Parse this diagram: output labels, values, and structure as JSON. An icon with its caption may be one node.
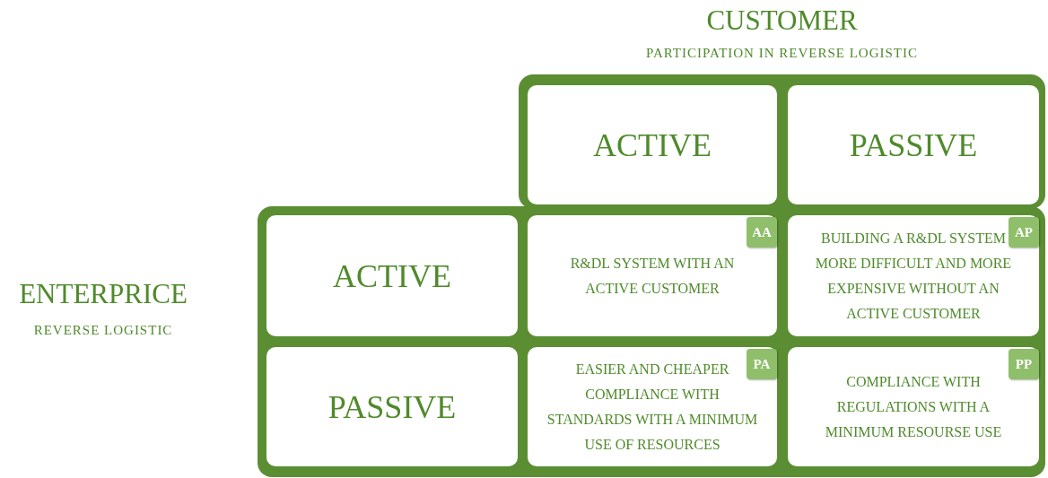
{
  "diagram": {
    "nodes": [
      {
        "text": [],
        "shape": "box"
      },
      {
        "text": [
          "ACTIVE"
        ],
        "in": 0
      },
      {
        "text": [
          "PASSIVE"
        ],
        "in": 0
      },
      {
        "text": [],
        "shape": "box"
      },
      {
        "text": [
          "ACTIVE"
        ],
        "in": 3
      },
      {
        "text": [
          "R&DL SYSTEM WITH AN ACTIVE CUSTOMER"
        ],
        "in": 3
      },
      {
        "text": [
          "AA"
        ],
        "in": 5
      },
      {
        "text": [
          "BUILDING A R&DL SYSTEM MORE DIFFICULT AND MORE EXPENSIVE WITHOUT AN ACTIVE CUSTOMER"
        ],
        "in": 3
      },
      {
        "text": [
          "AP"
        ],
        "in": 7
      },
      {
        "text": [
          "PASSIVE"
        ],
        "in": 3
      },
      {
        "text": [
          "EASIER AND CHEAPER COMPLIANCE WITH STANDARDS WITH A MINIMUM USE OF RESOURCES"
        ],
        "in": 3
      },
      {
        "text": [
          "PA"
        ],
        "in": 10
      },
      {
        "text": [
          "COMPLIANCE WITH REGULATIONS WITH A MINIMUM RESOURSE USE"
        ],
        "in": 3
      },
      {
        "text": [
          "PP"
        ],
        "in": 12
      }
    ],
    "edges": [],
    "labels": [
      "CUSTOMER",
      "PARTICIPATION IN REVERSE LOGISTIC",
      "ENTERPRICE",
      "REVERSE LOGISTIC"
    ]
  }
}
